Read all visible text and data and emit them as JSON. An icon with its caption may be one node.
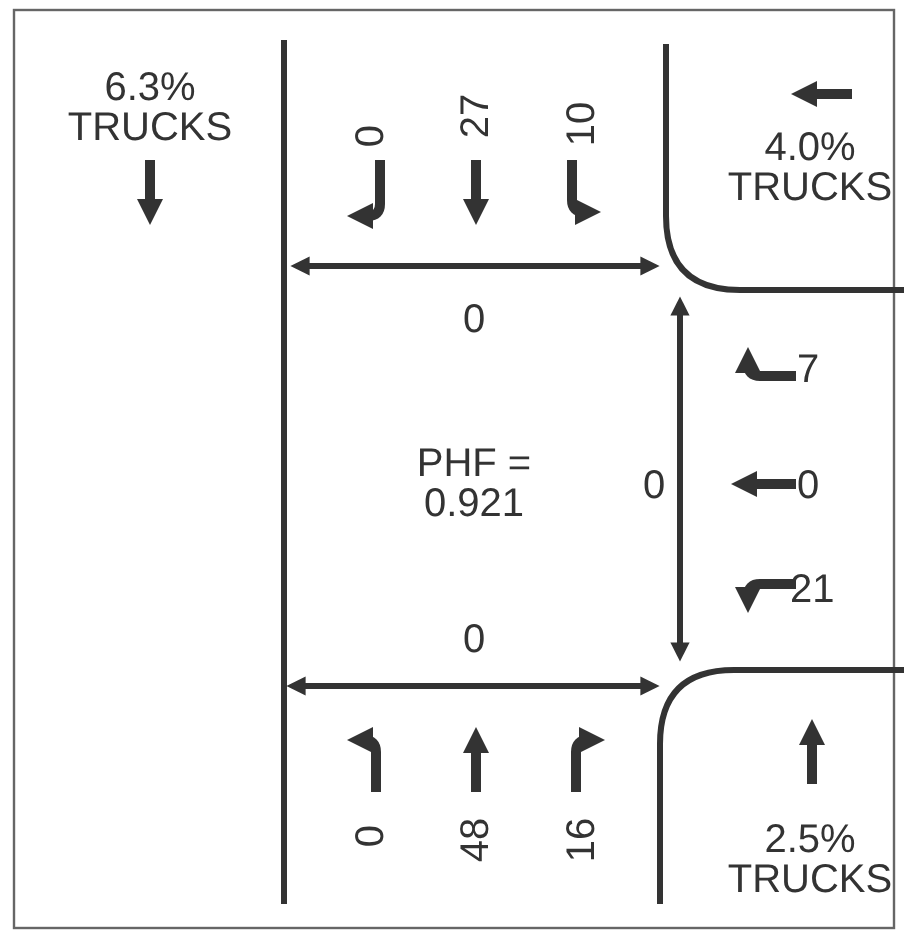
{
  "diagram": {
    "labels": [
      "6.3% TRUCKS",
      "0",
      "27",
      "10",
      "4.0% TRUCKS",
      "0",
      "7",
      "PHF = 0.921",
      "0",
      "0",
      "21",
      "0",
      "0",
      "48",
      "16",
      "2.5% TRUCKS"
    ]
  }
}
